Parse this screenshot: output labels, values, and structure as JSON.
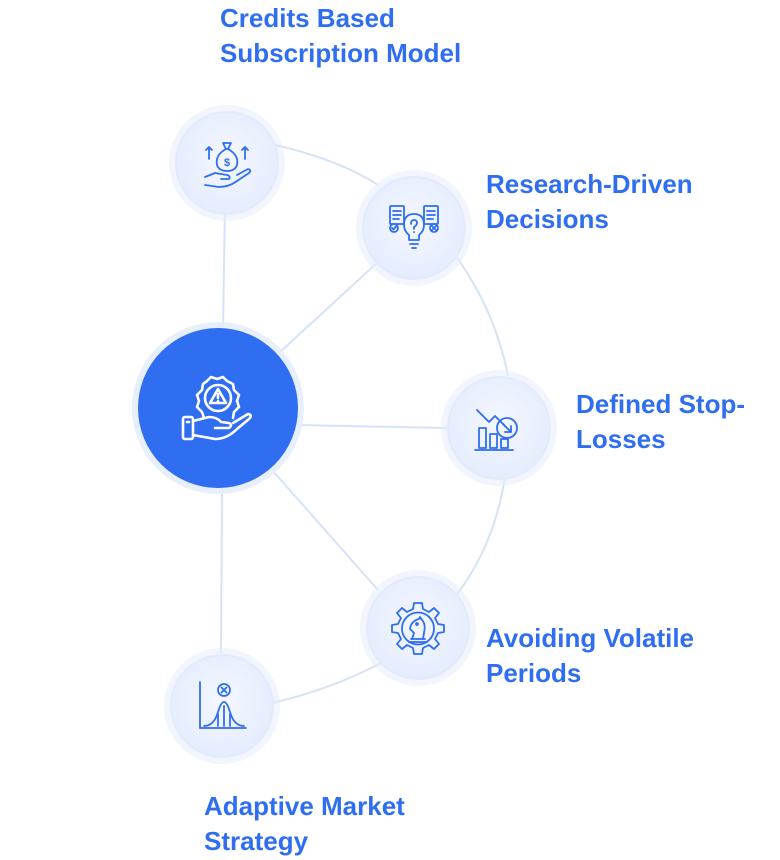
{
  "colors": {
    "accent": "#2f6ef0",
    "link": "#d5e3f8",
    "node_fill": "#e6edfd"
  },
  "hub": {
    "icon": "hand-gear-warning-icon"
  },
  "nodes": [
    {
      "label": "Credits Based\nSubscription Model",
      "icon": "hand-money-bag-icon"
    },
    {
      "label": "Research-Driven\nDecisions",
      "icon": "documents-lightbulb-icon"
    },
    {
      "label": "Defined Stop-\nLosses",
      "icon": "declining-chart-icon"
    },
    {
      "label": "Avoiding Volatile\nPeriods",
      "icon": "gear-chess-knight-icon"
    },
    {
      "label": "Adaptive Market\nStrategy",
      "icon": "bell-curve-chart-icon"
    }
  ]
}
